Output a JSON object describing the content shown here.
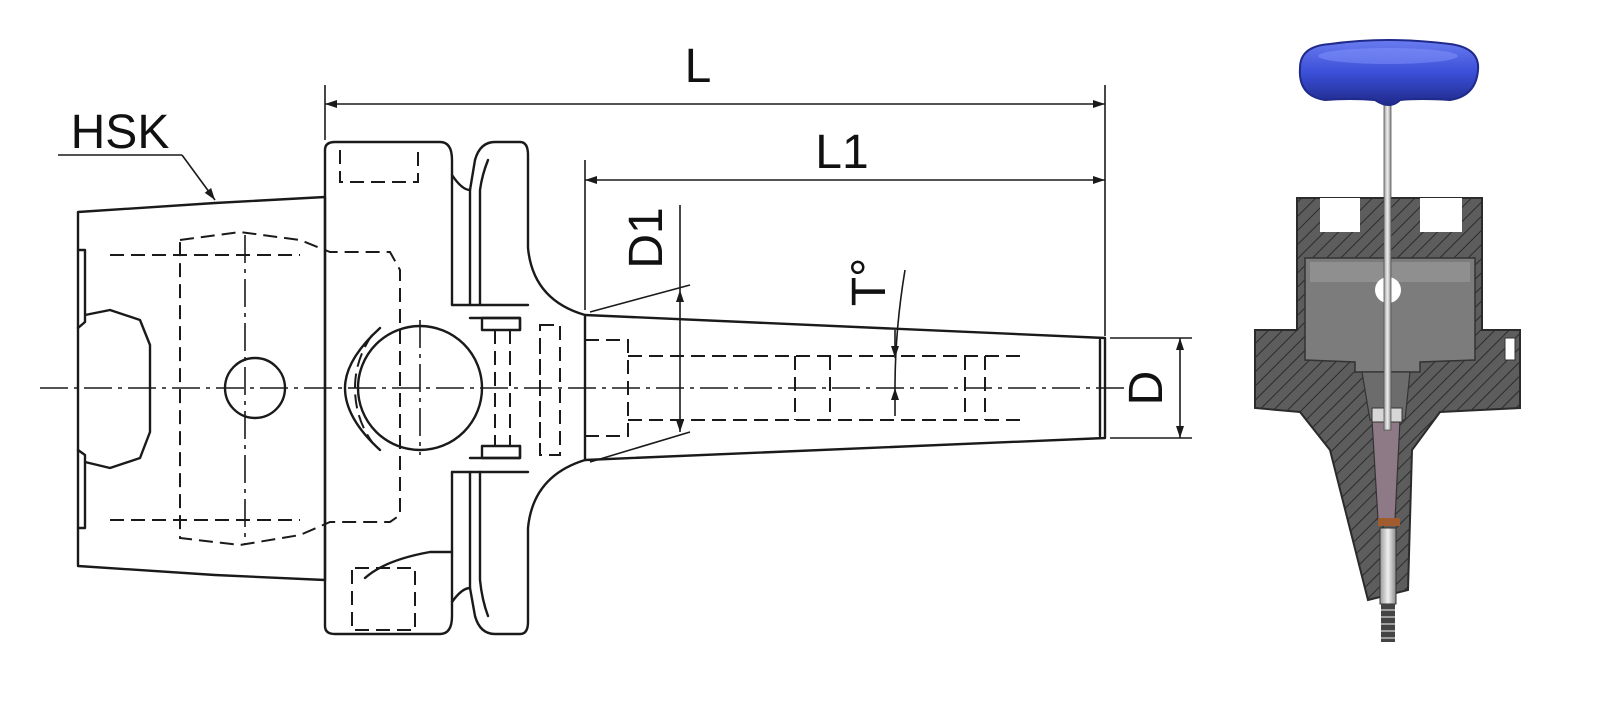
{
  "drawing": {
    "labels": {
      "hsk": "HSK",
      "l": "L",
      "l1": "L1",
      "d1": "D1",
      "taper_angle": "T°",
      "d": "D"
    },
    "colors": {
      "line": "#1a1a1a",
      "background": "#ffffff",
      "handle": "#3b4fd8",
      "handle_dark": "#1f2a8a",
      "section_fill": "#5d5d5d",
      "section_dark": "#3a3a3a",
      "hatch": "#2b2b2b",
      "interior": "#8a8a8a"
    },
    "photo": {
      "parts": [
        "t-handle-key",
        "shrink-fit-holder-section",
        "screw-thread"
      ]
    }
  }
}
